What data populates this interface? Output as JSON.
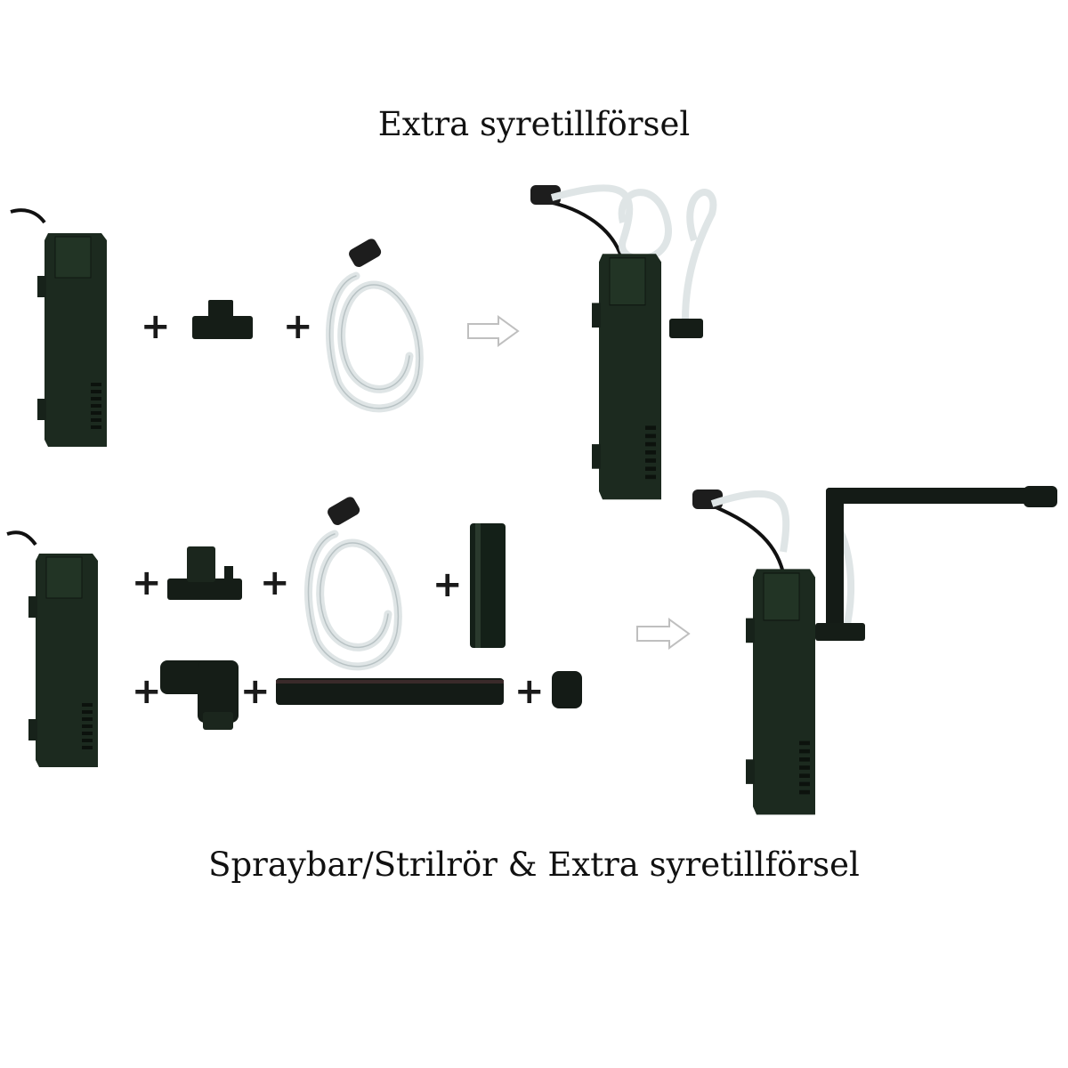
{
  "titles": {
    "top": "Extra syretillförsel",
    "bottom": "Spraybar/Strilrör & Extra syretillförsel"
  },
  "symbols": {
    "plus": "+"
  },
  "colors": {
    "filter_body": "#1c2a1f",
    "filter_dark": "#121a14",
    "tube": "#dfe5e6",
    "arrow": "#bfbfbf"
  },
  "icons": [
    "filter-unit",
    "t-connector",
    "air-tube",
    "outflow-arrow",
    "elbow-connector",
    "spraybar-pipe",
    "end-cap",
    "straight-pipe",
    "valve-connector"
  ]
}
